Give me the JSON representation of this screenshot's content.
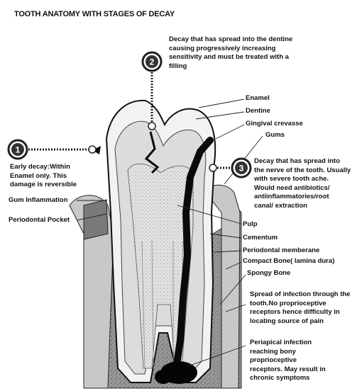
{
  "title": "TOOTH ANATOMY WITH STAGES OF DECAY",
  "stages": [
    {
      "number": "1",
      "text": "Early decay:Within\nEnamel only. This\ndamage is reversible"
    },
    {
      "number": "2",
      "text": "Decay that has spread into the dentine\ncausing progressively increasing\nsensitivity and must be treated with a\nfilling"
    },
    {
      "number": "3",
      "text": "Decay that has spread into\nthe nerve of the tooth. Usually\nwith severe tooth ache.\nWould need antibiotics/\nantiinflammatories/root\ncanal/ extraction"
    }
  ],
  "labels": {
    "enamel": "Enamel",
    "dentine": "Dentine",
    "gingival_crevasse": "Gingival crevasse",
    "gums": "Gums",
    "gum_inflammation": "Gum Inflammation",
    "periodontal_pocket": "Periodontal Pocket",
    "pulp": "Pulp",
    "cementum": "Cementum",
    "periodontal_membrane": "Periodontal memberane",
    "compact_bone": "Compact Bone( lamina dura)",
    "spongy_bone": "Spongy Bone",
    "spread_infection": "Spread of infection through the\ntooth.No proprioceptive\nreceptors hence difficulty in\nlocating source of pain",
    "periapical_infection": "Periapical infection\nreaching bony\nproprioceptive\nreceptors. May result in\nchronic symptoms"
  },
  "colors": {
    "ink": "#111111",
    "bone": "#8a8a8a",
    "tooth": "#e9e9e9",
    "gum": "#bdbdbd",
    "decay": "#0a0a0a",
    "marker": "#222222"
  }
}
